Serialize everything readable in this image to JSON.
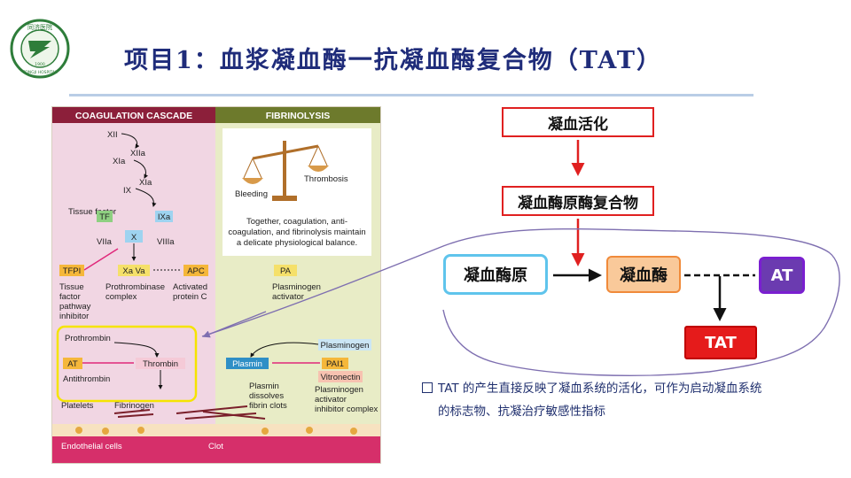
{
  "slide": {
    "title": "项目1：血浆凝血酶一抗凝血酶复合物（TAT）",
    "logo_text": "同济医院",
    "logo_sub": "TONGJI HOSPITAL",
    "logo_year": "1900"
  },
  "figure": {
    "header_left": "COAGULATION CASCADE",
    "header_right": "FIBRINOLYSIS",
    "cascade": {
      "xii": "XII",
      "xiia": "XIIa",
      "xia_in": "XIa",
      "xia": "XIa",
      "ix": "IX",
      "ixa_lbl": "IXa",
      "tissue_factor": "Tissue factor",
      "tf": "TF",
      "ixa": "IXa",
      "x": "X",
      "viia": "VIIa",
      "viiia": "VIIIa",
      "tfpi": "TFPI",
      "xa_va": "Xa  Va",
      "apc": "APC",
      "tfpi_desc": [
        "Tissue",
        "factor",
        "pathway",
        "inhibitor"
      ],
      "prothrombinase": [
        "Prothrombinase",
        "complex"
      ],
      "apc_desc": [
        "Activated",
        "protein C"
      ],
      "prothrombin": "Prothrombin",
      "at": "AT",
      "antithrombin": "Antithrombin",
      "thrombin": "Thrombin",
      "platelets": "Platelets",
      "fibrinogen": "Fibrinogen",
      "endothelial": "Endothelial cells",
      "clot": "Clot"
    },
    "fibrinolysis": {
      "bleeding": "Bleeding",
      "thrombosis": "Thrombosis",
      "balance_note": [
        "Together, coagulation, anti-",
        "coagulation, and fibrinolysis maintain",
        "a delicate physiological balance."
      ],
      "pa": "PA",
      "pa_desc": [
        "Plasminogen",
        "activator"
      ],
      "plasminogen": "Plasminogen",
      "plasmin": "Plasmin",
      "pai1": "PAI1",
      "vitronectin": "Vitronectin",
      "plasmin_desc": [
        "Plasmin",
        "dissolves",
        "fibrin clots"
      ],
      "pai_desc": [
        "Plasminogen",
        "activator",
        "inhibitor complex"
      ]
    }
  },
  "flow": {
    "activation": "凝血活化",
    "complex": "凝血酶原酶复合物",
    "prothrombin": "凝血酶原",
    "thrombin": "凝血酶",
    "at": "AT",
    "tat": "TAT"
  },
  "note": {
    "line1": "TAT 的产生直接反映了凝血系统的活化，可作为启动凝血系统",
    "line2": "的标志物、抗凝治疗敏感性指标"
  },
  "colors": {
    "title": "#1f2c7a",
    "flow_border_red": "#e02020",
    "prothrombin_border": "#5fc4ec",
    "thrombin_fill": "#f9c99a",
    "at_fill": "#6b3bb0",
    "tat_fill": "#e51b1b",
    "annotation_purple": "#7e6fb0",
    "cascade_bg": "#f1d6e3",
    "fibrinolysis_bg": "#e8ecc6"
  }
}
